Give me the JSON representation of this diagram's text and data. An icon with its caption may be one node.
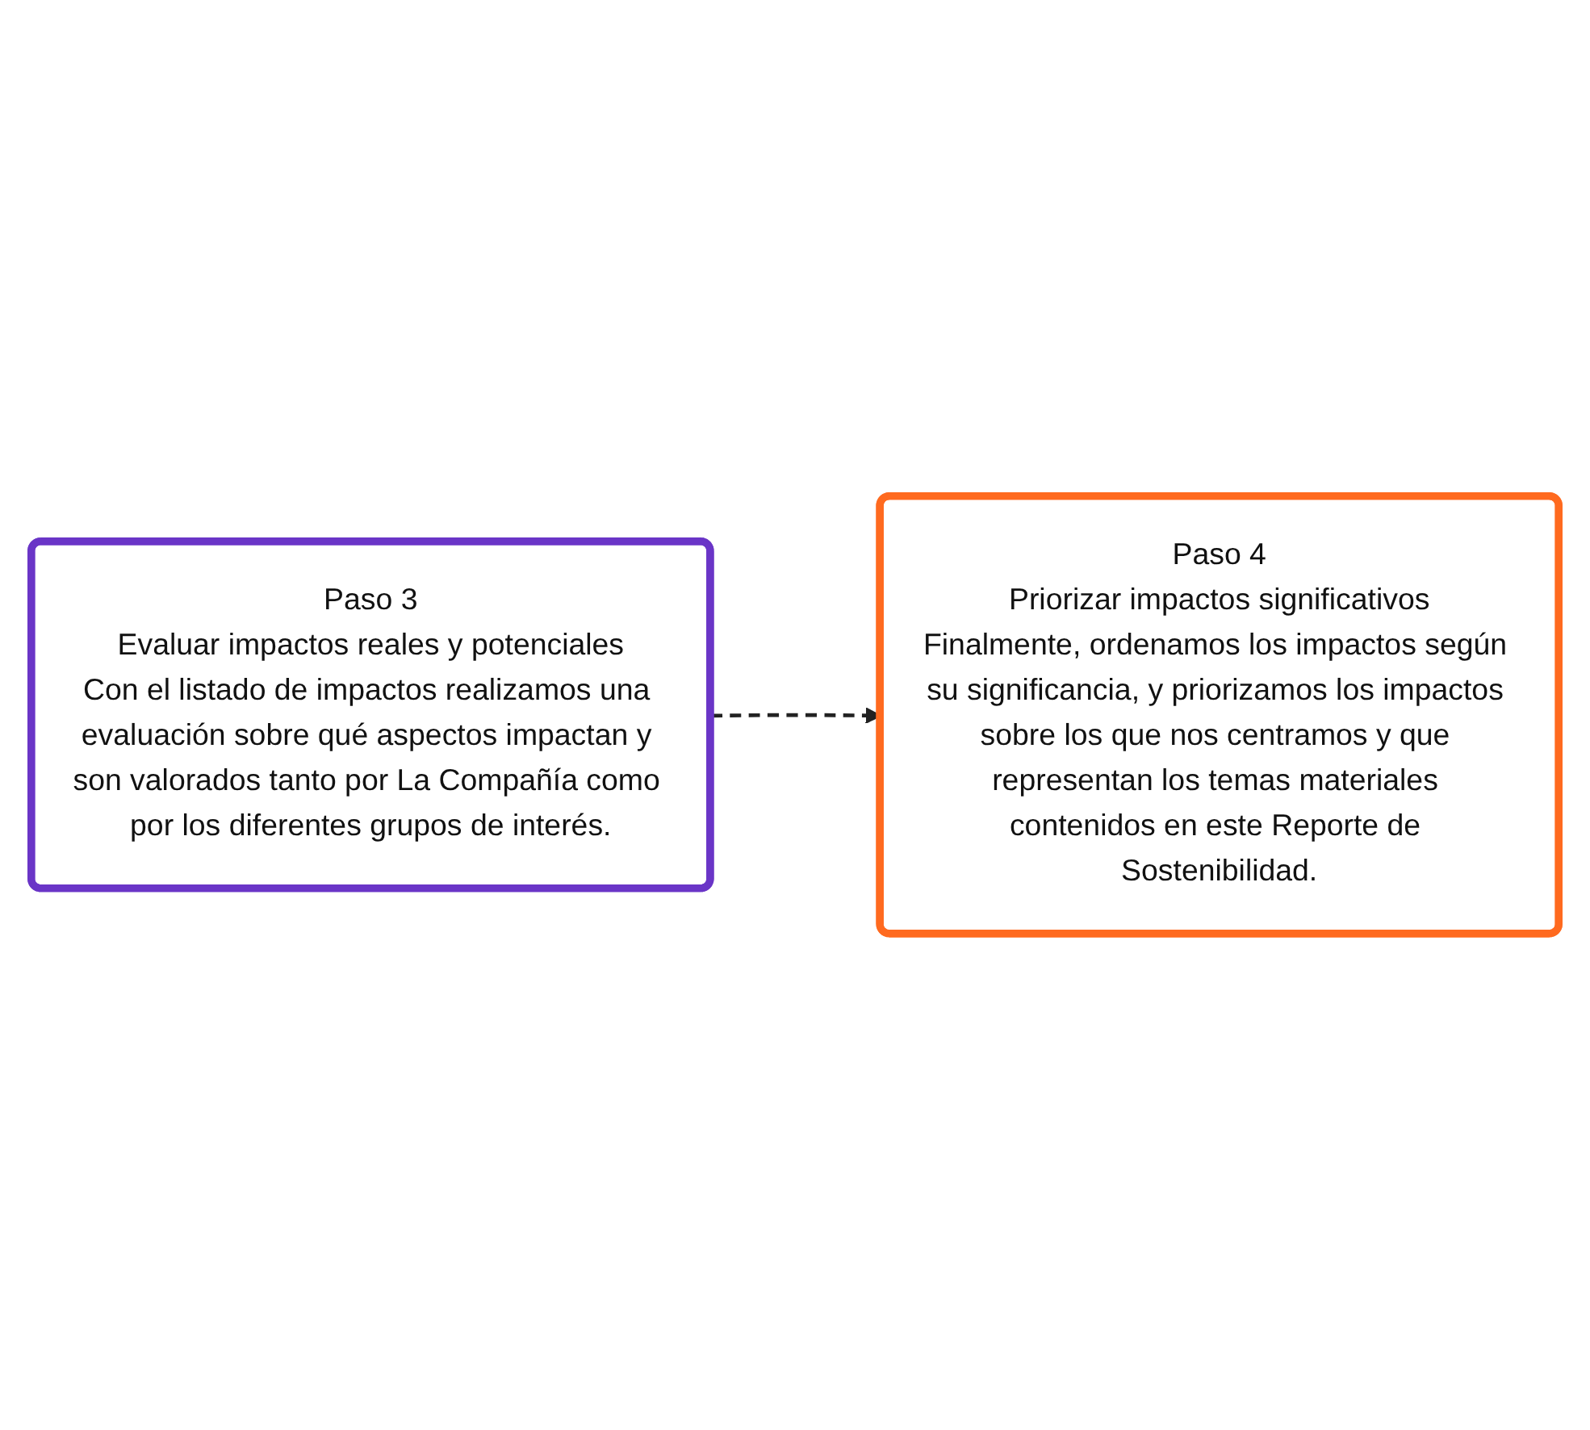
{
  "diagram": {
    "nodes": [
      {
        "text": [
          "Paso 3",
          "Evaluar impactos reales y potenciales",
          "Con el listado de impactos realizamos una evaluación sobre qué aspectos impactan y son valorados tanto por La Compañía como por los diferentes grupos de interés."
        ]
      },
      {
        "text": [
          "Paso 4",
          "Priorizar impactos significativos",
          "Finalmente, ordenamos los impactos según su significancia, y priorizamos los impactos sobre los que nos centramos y que representan los temas materiales contenidos en este Reporte de Sostenibilidad."
        ]
      }
    ],
    "edges": [
      {
        "from": 0,
        "to": 1,
        "arrow": "to",
        "style": "dashed"
      }
    ]
  }
}
